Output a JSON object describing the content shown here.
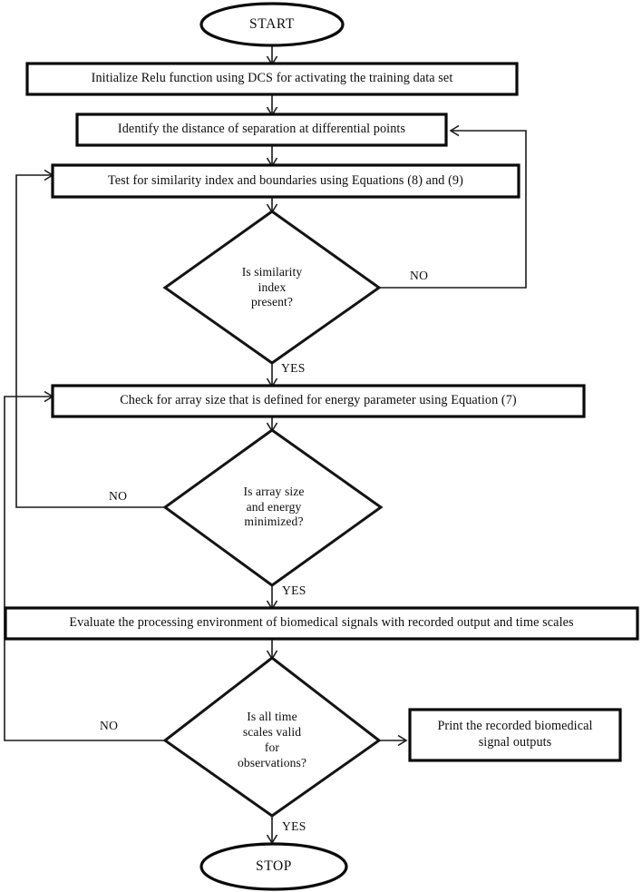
{
  "diagram": {
    "type": "flowchart",
    "orientation": "top-to-bottom",
    "background_color": "#ffffff",
    "line_color": "#1a1a1a",
    "shape_border_color": "#0a0a0a",
    "shape_fill_color": "#ffffff"
  },
  "nodes": {
    "start": {
      "shape": "terminal-ellipse",
      "label": "START"
    },
    "init_relu": {
      "shape": "process-rectangle",
      "label": "Initialize Relu function using DCS for activating the training data set"
    },
    "identify_distance": {
      "shape": "process-rectangle",
      "label": "Identify the distance of separation at differential points"
    },
    "test_similarity": {
      "shape": "process-rectangle",
      "label": "Test for similarity index and boundaries using Equations (8) and (9)"
    },
    "decision_similarity": {
      "shape": "decision-diamond",
      "label": "Is similarity\nindex\npresent?"
    },
    "check_array": {
      "shape": "process-rectangle",
      "label": "Check for array size that is defined for energy parameter using Equation (7)"
    },
    "decision_array": {
      "shape": "decision-diamond",
      "label": "Is array size\nand energy\nminimized?"
    },
    "evaluate_env": {
      "shape": "process-rectangle",
      "label": "Evaluate the processing environment of biomedical signals with recorded output and time scales"
    },
    "decision_timescales": {
      "shape": "decision-diamond",
      "label": "Is all time\nscales valid\nfor\nobservations?"
    },
    "print_outputs": {
      "shape": "process-rectangle",
      "label": "Print the recorded biomedical\nsignal outputs"
    },
    "stop": {
      "shape": "terminal-ellipse",
      "label": "STOP"
    }
  },
  "edge_labels": {
    "similarity_no": "NO",
    "similarity_yes": "YES",
    "array_no": "NO",
    "array_yes": "YES",
    "timescales_no": "NO",
    "timescales_yes": "YES"
  },
  "edges": [
    {
      "from": "start",
      "to": "init_relu",
      "label": ""
    },
    {
      "from": "init_relu",
      "to": "identify_distance",
      "label": ""
    },
    {
      "from": "identify_distance",
      "to": "test_similarity",
      "label": ""
    },
    {
      "from": "test_similarity",
      "to": "decision_similarity",
      "label": ""
    },
    {
      "from": "decision_similarity",
      "to": "identify_distance",
      "label": "NO"
    },
    {
      "from": "decision_similarity",
      "to": "check_array",
      "label": "YES"
    },
    {
      "from": "check_array",
      "to": "decision_array",
      "label": ""
    },
    {
      "from": "decision_array",
      "to": "test_similarity",
      "label": "NO"
    },
    {
      "from": "decision_array",
      "to": "evaluate_env",
      "label": "YES"
    },
    {
      "from": "evaluate_env",
      "to": "decision_timescales",
      "label": ""
    },
    {
      "from": "decision_timescales",
      "to": "check_array",
      "label": "NO"
    },
    {
      "from": "decision_timescales",
      "to": "print_outputs",
      "label": ""
    },
    {
      "from": "decision_timescales",
      "to": "stop",
      "label": "YES"
    }
  ]
}
